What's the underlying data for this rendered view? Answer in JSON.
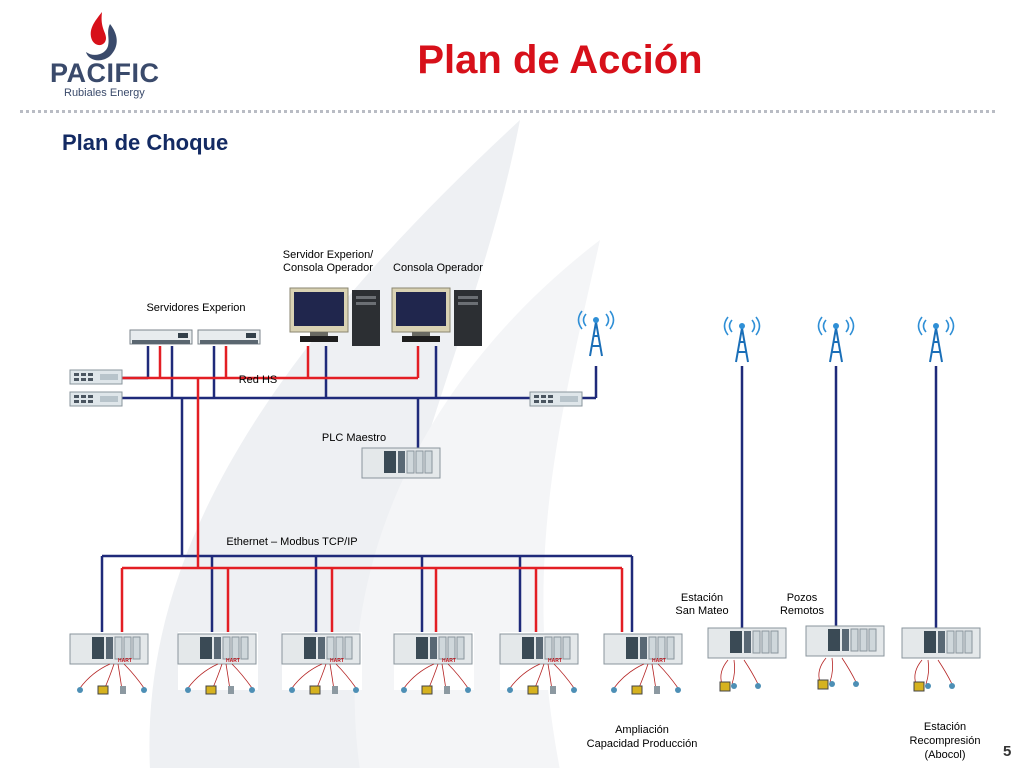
{
  "header": {
    "logo_name": "PACIFIC",
    "logo_sub": "Rubiales Energy",
    "title": "Plan de Acción",
    "subtitle": "Plan de Choque"
  },
  "diagram": {
    "nodes": {
      "servidor_consola": "Servidor Experion/",
      "servidor_consola_line2": "Consola Operador",
      "consola_operador": "Consola Operador",
      "servidores_experion": "Servidores Experion",
      "red_hs": "Red HS",
      "plc_maestro": "PLC Maestro",
      "ethernet": "Ethernet – Modbus TCP/IP",
      "estacion_san_mateo_l1": "Estación",
      "estacion_san_mateo_l2": "San Mateo",
      "pozos_remotos_l1": "Pozos",
      "pozos_remotos_l2": "Remotos",
      "ampliacion_l1": "Ampliación",
      "ampliacion_l2": "Capacidad Producción",
      "estacion_recompresion_l1": "Estación",
      "estacion_recompresion_l2": "Recompresión",
      "estacion_recompresion_l3": "(Abocol)",
      "hart": "HART"
    },
    "colors": {
      "red_link": "#e31e24",
      "blue_link": "#1f2a7a"
    }
  },
  "footer": {
    "page_number": "5"
  }
}
